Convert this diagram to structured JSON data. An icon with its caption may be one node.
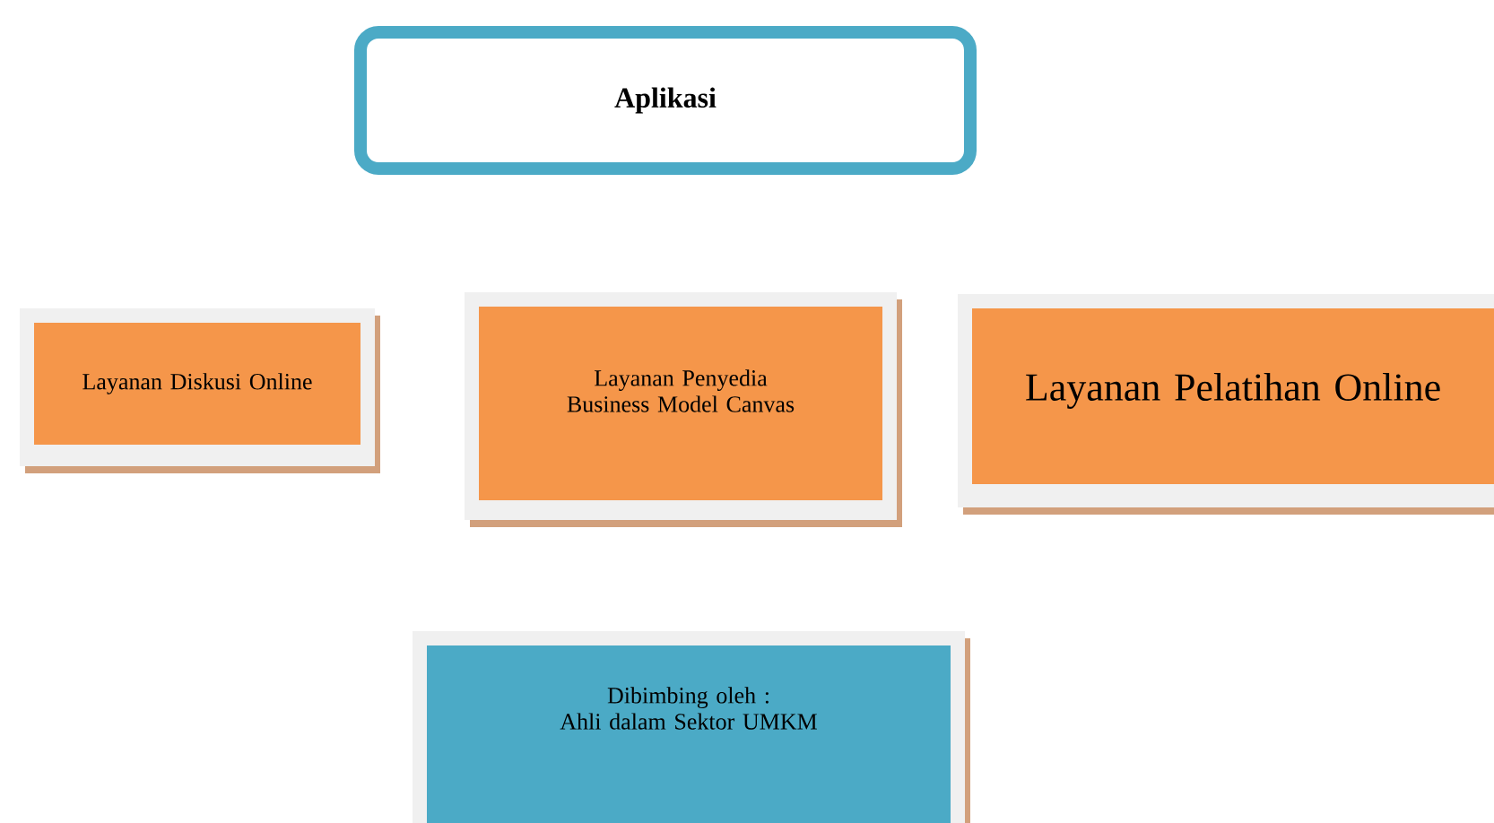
{
  "diagram": {
    "nodes": [
      {
        "text": [
          "Aplikasi"
        ]
      },
      {
        "text": [
          "Layanan Diskusi Online"
        ]
      },
      {
        "text": [
          "Layanan Penyedia Business Model Canvas"
        ]
      },
      {
        "text": [
          "Layanan Pelatihan Online"
        ]
      },
      {
        "text": [
          "Dibimbing oleh :",
          "Ahli dalam Sektor UMKM"
        ]
      }
    ]
  }
}
